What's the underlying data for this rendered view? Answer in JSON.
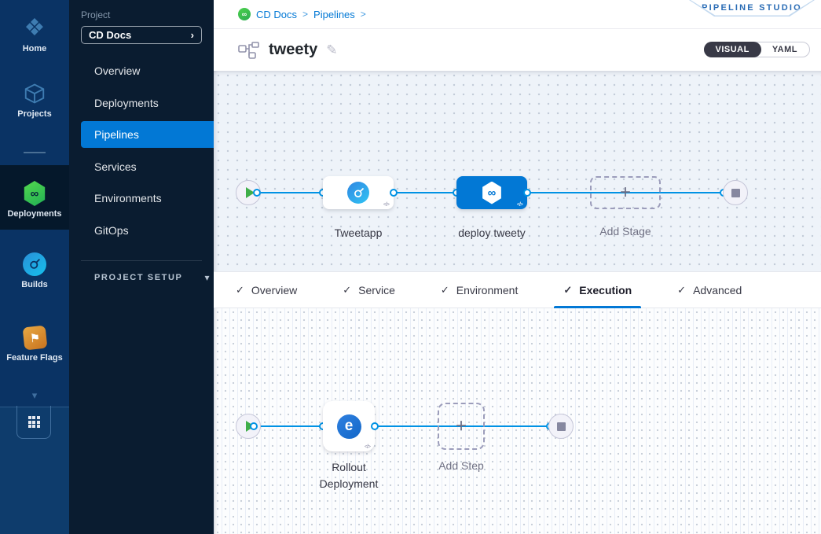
{
  "colors": {
    "accent_blue": "#0278d5",
    "connector_blue": "#0092e4",
    "rail_bg": "#0a3364",
    "sidenav_bg": "#0a1c30",
    "cd_green": "#3dc94c",
    "flag_orange": "#d8903a",
    "toggle_dark": "#383946",
    "canvas_bg": "#eef3f9"
  },
  "glyphs": {
    "infinity": "∞",
    "check": "✓",
    "plus": "+",
    "chevron_down": "▾",
    "chevron_right": "›",
    "breadcrumb_sep": ">",
    "code": "</>",
    "pencil": "✎",
    "flag": "⚑",
    "home": "❖"
  },
  "rail": {
    "items": [
      {
        "label": "Home",
        "icon": "home-icon"
      },
      {
        "label": "Projects",
        "icon": "projects-icon"
      },
      {
        "label": "Deployments",
        "icon": "deployments-icon",
        "active": true
      },
      {
        "label": "Builds",
        "icon": "builds-icon"
      },
      {
        "label": "Feature Flags",
        "icon": "feature-flags-icon"
      }
    ],
    "more_icon": "chevron-down-icon",
    "apps_icon": "apps-grid-icon"
  },
  "sidenav": {
    "project_label": "Project",
    "project_name": "CD Docs",
    "items": [
      {
        "label": "Overview"
      },
      {
        "label": "Deployments"
      },
      {
        "label": "Pipelines",
        "active": true
      },
      {
        "label": "Services"
      },
      {
        "label": "Environments"
      },
      {
        "label": "GitOps"
      }
    ],
    "setup_label": "PROJECT SETUP"
  },
  "header": {
    "breadcrumb": [
      {
        "label": "CD Docs"
      },
      {
        "label": "Pipelines"
      }
    ],
    "studio_badge": "PIPELINE STUDIO"
  },
  "titlebar": {
    "pipeline_name": "tweety",
    "visual_label": "VISUAL",
    "yaml_label": "YAML",
    "selected_view": "VISUAL"
  },
  "stage_pipeline": {
    "stages": [
      {
        "name": "Tweetapp",
        "icon": "build-stage-icon"
      },
      {
        "name": "deploy tweety",
        "icon": "cd-stage-icon",
        "selected": true
      }
    ],
    "add_label": "Add Stage"
  },
  "tabs": {
    "items": [
      {
        "label": "Overview",
        "checked": true
      },
      {
        "label": "Service",
        "checked": true
      },
      {
        "label": "Environment",
        "checked": true
      },
      {
        "label": "Execution",
        "checked": true,
        "active": true
      },
      {
        "label": "Advanced",
        "checked": true
      }
    ]
  },
  "exec_pipeline": {
    "steps": [
      {
        "name_line1": "Rollout",
        "name_line2": "Deployment",
        "icon": "rollout-deployment-icon"
      }
    ],
    "add_label": "Add Step"
  }
}
